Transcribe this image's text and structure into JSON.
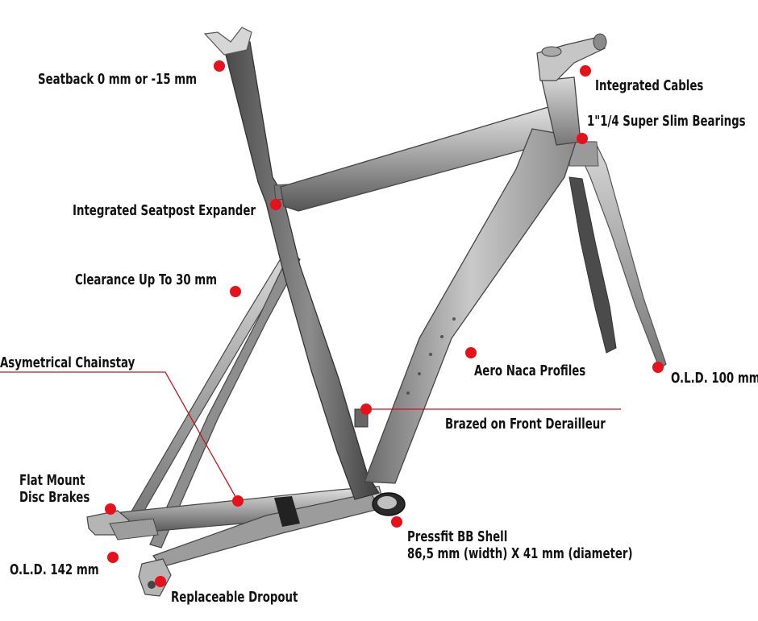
{
  "colors": {
    "marker": "#e8101a",
    "leader": "#c8141c",
    "text": "#111111",
    "frame_dark": "#5a5a5a",
    "frame_light": "#d2d2d2"
  },
  "callouts": {
    "seatback": "Seatback 0 mm or -15 mm",
    "integrated_cables": "Integrated Cables",
    "bearings": "1\"1/4 Super Slim Bearings",
    "seatpost_expander": "Integrated Seatpost Expander",
    "clearance": "Clearance Up To 30 mm",
    "chainstay": "Asymetrical Chainstay",
    "aero_naca": "Aero Naca Profiles",
    "fork_old": "O.L.D. 100 mm",
    "front_derailleur": "Brazed  on Front Derailleur",
    "flat_mount_line1": "Flat Mount",
    "flat_mount_line2": "Disc Brakes",
    "rear_old": "O.L.D. 142 mm",
    "bb_shell_line1": "Pressfit BB Shell",
    "bb_shell_line2": "86,5 mm (width) X 41 mm (diameter)",
    "dropout": "Replaceable Dropout"
  }
}
